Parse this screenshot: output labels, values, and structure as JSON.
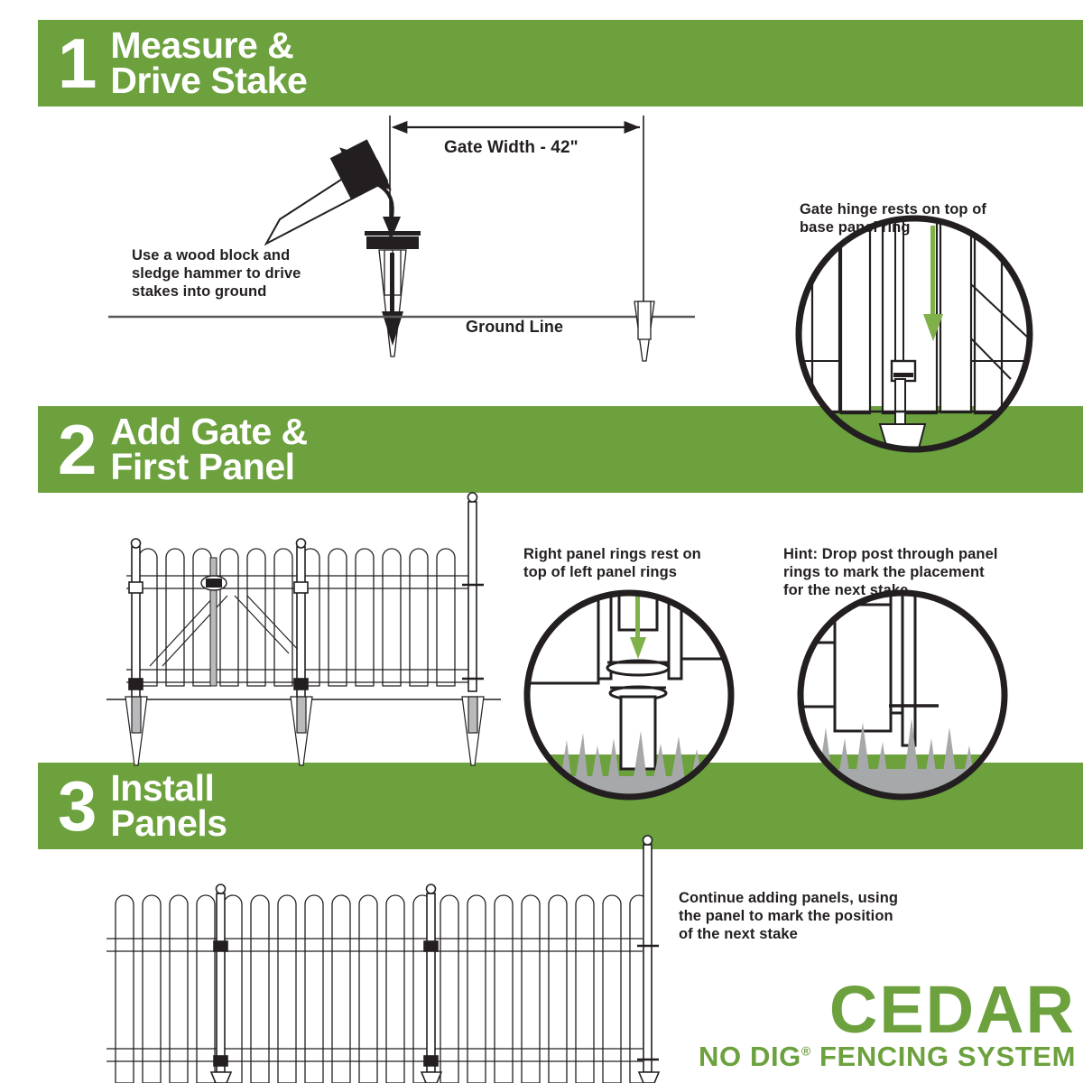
{
  "colors": {
    "green": "#6ca13e",
    "ink": "#231f20",
    "grass_gray": "#a6a8aa",
    "arrow_green": "#7fb04a"
  },
  "steps": [
    {
      "number": "1",
      "title": "Measure &\nDrive Stake"
    },
    {
      "number": "2",
      "title": "Add Gate &\nFirst Panel"
    },
    {
      "number": "3",
      "title": "Install\nPanels"
    }
  ],
  "step1": {
    "dimension_label": "Gate Width - 42\"",
    "hammer_caption": "Use a wood block and\nsledge hammer to drive\nstakes into ground",
    "ground_label": "Ground Line",
    "detail_caption": "Gate hinge rests on top of\nbase panel ring"
  },
  "step2": {
    "detail_left_caption": "Right panel rings rest on\ntop of left panel rings",
    "detail_right_caption": "Hint: Drop post through panel\nrings to mark the placement\nfor the next stake"
  },
  "step3": {
    "caption": "Continue adding panels, using\nthe panel to mark the position\nof the next stake"
  },
  "logo": {
    "brand": "CEDAR",
    "tagline_before": "NO DIG",
    "tagline_mark": "®",
    "tagline_after": " FENCING SYSTEM"
  }
}
